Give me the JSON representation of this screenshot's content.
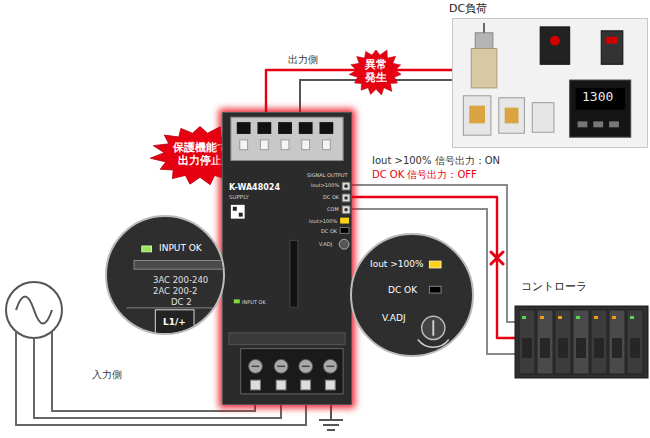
{
  "diagram": {
    "nodes": [
      {
        "text": [
          "DC負荷"
        ]
      },
      {
        "text": [
          "異常発生"
        ]
      },
      {
        "text": [
          "保護機能で出力停止"
        ]
      },
      {
        "text": [
          "K-WA48024",
          "SUPPLY",
          "SIGNAL OUTPUT",
          "Iout>100%",
          "DC OK",
          "COM",
          "Iout>100%",
          "DC OK",
          "V.ADJ",
          "INPUT OK"
        ]
      },
      {
        "text": [
          "INPUT OK",
          "3AC 200-240",
          "2AC 200-2",
          "DC 2",
          "L1/+"
        ]
      },
      {
        "text": [
          "Iout >100%",
          "DC OK",
          "V.ADJ"
        ]
      },
      {
        "text": [
          "コントローラ"
        ]
      }
    ],
    "edges": [
      {
        "from": 3,
        "to": 0,
        "label": "出力側",
        "arrow": "none"
      },
      {
        "from": 3,
        "to": 6,
        "arrow": "none"
      }
    ],
    "labels": [
      "Iout >100% 信号出力：ON",
      "DC OK 信号出力：OFF",
      "入力側",
      "1300"
    ]
  }
}
